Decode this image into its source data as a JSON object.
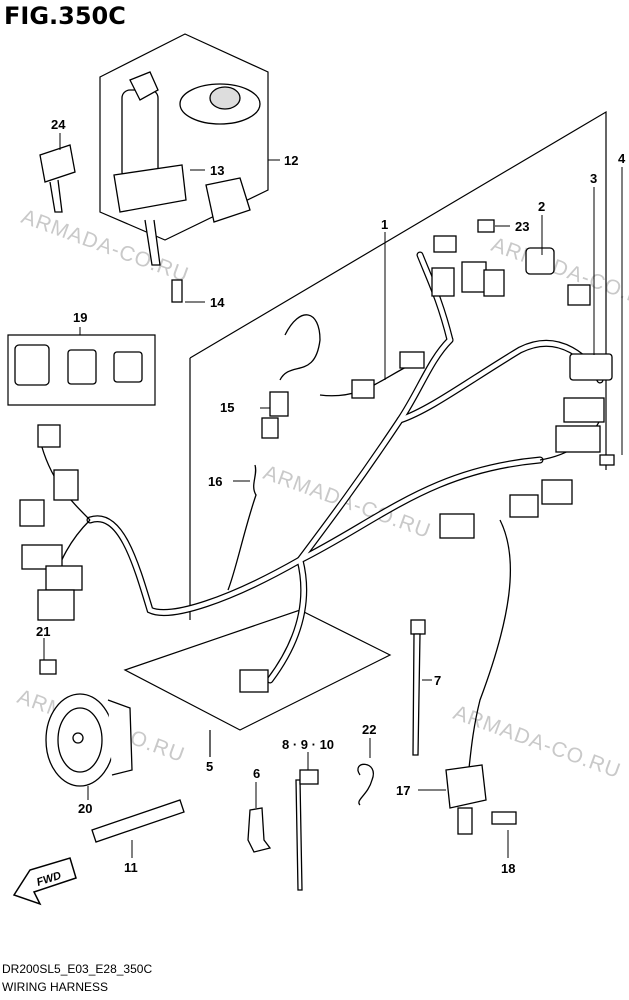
{
  "figure": {
    "title": "FIG.350C",
    "code": "DR200SL5_E03_E28_350C",
    "name": "WIRING HARNESS"
  },
  "watermark": "ARMADA-CO.RU",
  "fwd_label": "FWD",
  "callouts": {
    "p1": "1",
    "p2": "2",
    "p3": "3",
    "p4": "4",
    "p5": "5",
    "p6": "6",
    "p7": "7",
    "p8_9_10": "8 · 9 · 10",
    "p11": "11",
    "p12": "12",
    "p13": "13",
    "p14": "14",
    "p15": "15",
    "p16": "16",
    "p17": "17",
    "p18": "18",
    "p19": "19",
    "p20": "20",
    "p21": "21",
    "p22": "22",
    "p23": "23",
    "p24": "24"
  }
}
